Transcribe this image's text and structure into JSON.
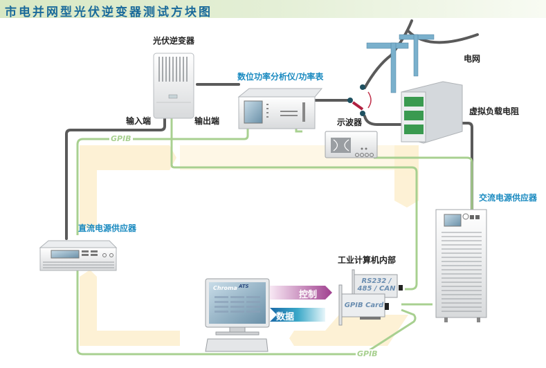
{
  "title": "市电并网型光伏逆变器测试方块图",
  "labels": {
    "pv_inverter": "光伏逆变器",
    "power_analyzer": "数位功率分析仪/功率表",
    "grid": "电网",
    "virtual_load": "虚拟负载电阻",
    "input_end": "输入端",
    "output_end": "输出端",
    "oscilloscope": "示波器",
    "ac_source": "交流电源供应器",
    "dc_source": "直流电源供应器",
    "ipc_internal": "工业计算机内部",
    "control": "控制",
    "data": "数据",
    "rs232_card": "RS232 / 485 / CAN",
    "gpib_card": "GPIB Card",
    "gpib_top": "GPIB",
    "gpib_bottom": "GPIB",
    "software_brand": "Chroma",
    "software_name": "ATS"
  },
  "colors": {
    "title": "#1a6a9a",
    "label_blue": "#1a8ac0",
    "gpib_line": "#a8d090",
    "power_line": "#5a5a5a",
    "flow_band": "#fdf0d0",
    "control_arrow": "#a0408f",
    "data_arrow": "#1a6aa8"
  }
}
